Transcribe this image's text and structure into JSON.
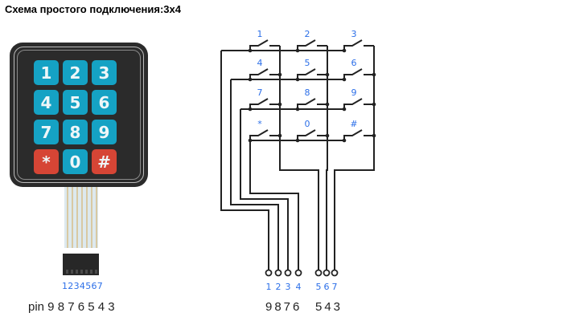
{
  "title": "Схема простого подключения:3x4",
  "keypad": {
    "keys": [
      {
        "label": "1",
        "color": "blue"
      },
      {
        "label": "2",
        "color": "blue"
      },
      {
        "label": "3",
        "color": "blue"
      },
      {
        "label": "4",
        "color": "blue"
      },
      {
        "label": "5",
        "color": "blue"
      },
      {
        "label": "6",
        "color": "blue"
      },
      {
        "label": "7",
        "color": "blue"
      },
      {
        "label": "8",
        "color": "blue"
      },
      {
        "label": "9",
        "color": "blue"
      },
      {
        "label": "*",
        "color": "red"
      },
      {
        "label": "0",
        "color": "blue"
      },
      {
        "label": "#",
        "color": "red"
      }
    ],
    "connector_pins": "1234567",
    "pin_label": "pin 9 8 7 6 5 4 3"
  },
  "schematic": {
    "switch_labels": [
      [
        "1",
        "2",
        "3"
      ],
      [
        "4",
        "5",
        "6"
      ],
      [
        "7",
        "8",
        "9"
      ],
      [
        "*",
        "0",
        "#"
      ]
    ],
    "pin_numbers": [
      "1",
      "2",
      "3",
      "4",
      "5",
      "6",
      "7"
    ],
    "arduino_pins_group1": "9876",
    "arduino_pins_group2": "543"
  },
  "colors": {
    "key_blue": "#15a2c4",
    "key_red": "#d64535",
    "label_blue": "#2c6fe8",
    "wire": "#222222"
  }
}
